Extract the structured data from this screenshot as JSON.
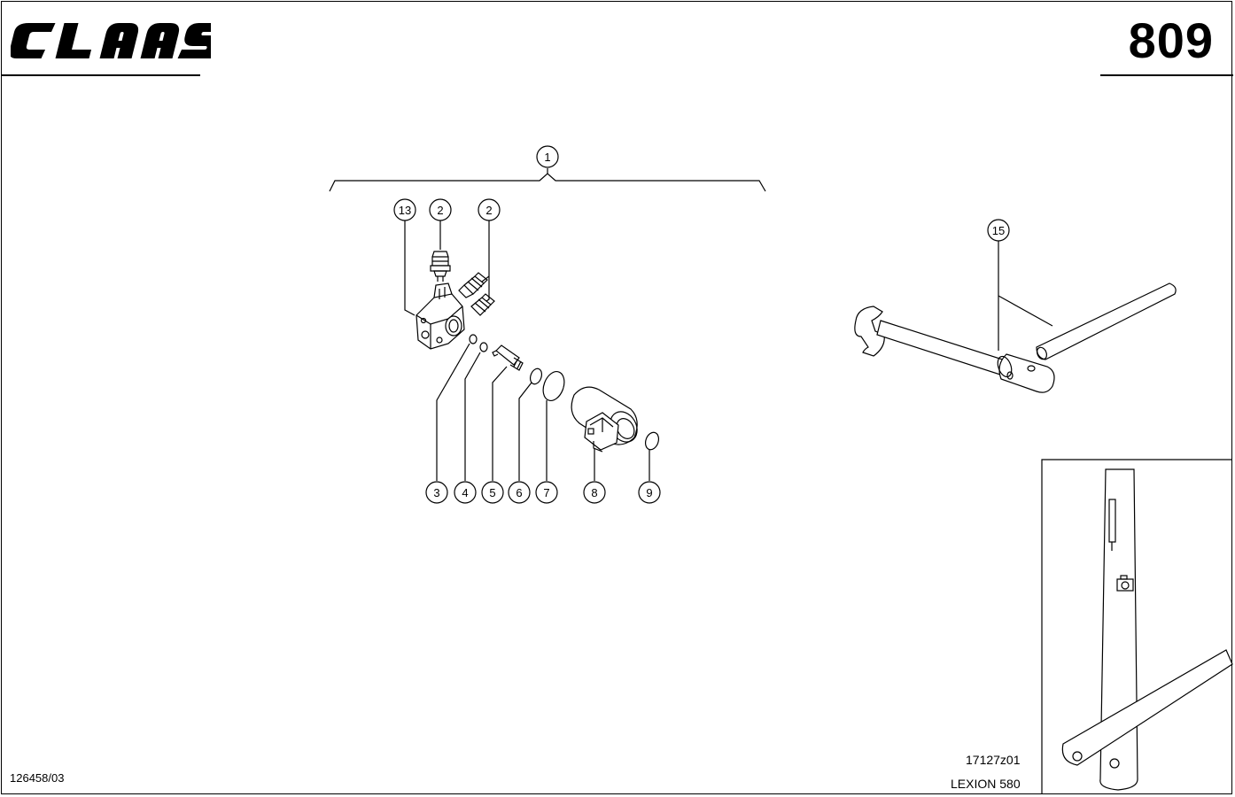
{
  "header": {
    "brand": "CLAAS",
    "page_number": "809"
  },
  "callouts": {
    "c1": "1",
    "c2a": "2",
    "c2b": "2",
    "c3": "3",
    "c4": "4",
    "c5": "5",
    "c6": "6",
    "c7": "7",
    "c8": "8",
    "c9": "9",
    "c13": "13",
    "c15": "15"
  },
  "footer": {
    "document_number": "126458/03",
    "drawing_code": "17127z01",
    "model": "LEXION 580"
  }
}
